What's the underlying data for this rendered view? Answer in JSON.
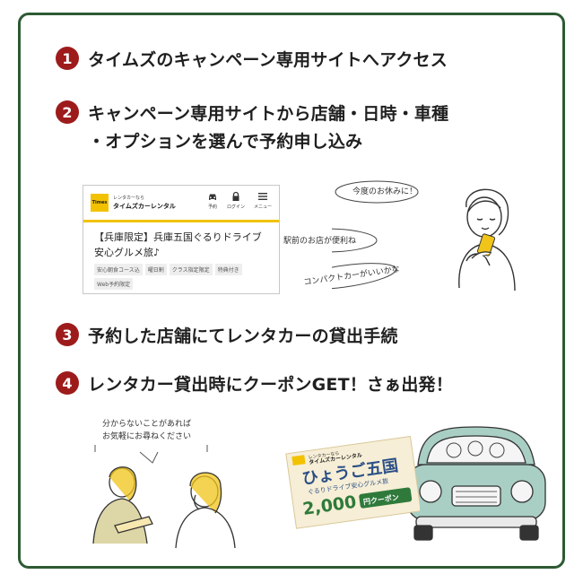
{
  "steps": [
    {
      "num": "1",
      "lines": [
        "タイムズのキャンペーン専用サイトへアクセス"
      ]
    },
    {
      "num": "2",
      "lines": [
        "キャンペーン専用サイトから店舗・日時・車種",
        "・オプションを選んで予約申し込み"
      ]
    },
    {
      "num": "3",
      "lines": [
        "予約した店舗にてレンタカーの貸出手続"
      ]
    },
    {
      "num": "4",
      "lines": [
        "レンタカー貸出時にクーポンGET！さぁ出発！"
      ]
    }
  ],
  "site_card": {
    "logo_text": "Times",
    "brand_sub": "レンタカーなら",
    "brand_main": "タイムズカーレンタル",
    "nav": [
      {
        "icon": "car-icon",
        "label": "予約"
      },
      {
        "icon": "lock-icon",
        "label": "ログイン"
      },
      {
        "icon": "menu-icon",
        "label": "メニュー"
      }
    ],
    "title": "【兵庫限定】兵庫五国ぐるりドライブ安心グルメ旅♪",
    "tags": [
      "安心朝食コース込",
      "曜日割",
      "クラス指定限定",
      "特典付き",
      "Web予約限定"
    ]
  },
  "speech": {
    "bubble1": "今度のお休みに！",
    "bubble2": "駅前のお店が便利ね",
    "bubble3": "コンパクトカーがいいかな",
    "counter": [
      "分からないことがあれば",
      "お気軽にお尋ねください"
    ]
  },
  "coupon": {
    "brand_sub": "レンタカーなら",
    "brand_main": "タイムズカーレンタル",
    "title": "ひょうご五国",
    "subtitle": "ぐるりドライブ安心グルメ旅",
    "amount": "2,000",
    "unit": "円クーポン"
  },
  "colors": {
    "frame": "#2d5a33",
    "number": "#9e1b1b",
    "accent_yellow": "#f2c200",
    "car": "#a9cfc4"
  }
}
